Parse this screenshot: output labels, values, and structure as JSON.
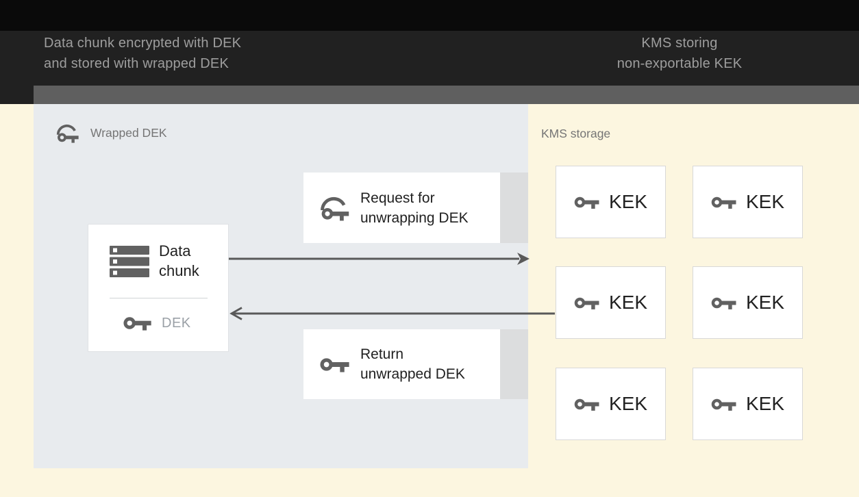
{
  "header": {
    "left_caption": {
      "line1": "Data chunk encrypted with DEK",
      "line2": "and stored with wrapped DEK"
    },
    "right_caption": {
      "line1": "KMS storing",
      "line2": "non-exportable KEK"
    }
  },
  "diagram": {
    "wrapped_dek_panel": {
      "label": "Wrapped DEK",
      "icon": "wrapped-key-icon"
    },
    "data_chunk_box": {
      "icon": "data-chunk-icon",
      "title_line1": "Data",
      "title_line2": "chunk",
      "dek_icon": "key-icon",
      "dek_label": "DEK"
    },
    "request_box": {
      "icon": "wrapped-key-icon",
      "line1": "Request for",
      "line2": "unwrapping DEK"
    },
    "return_box": {
      "icon": "key-icon",
      "line1": "Return",
      "line2": "unwrapped DEK"
    },
    "arrows": [
      {
        "name": "request-arrow",
        "direction": "right"
      },
      {
        "name": "return-arrow",
        "direction": "left"
      }
    ],
    "kms_storage": {
      "label": "KMS storage",
      "keks": [
        {
          "icon": "key-icon",
          "label": "KEK"
        },
        {
          "icon": "key-icon",
          "label": "KEK"
        },
        {
          "icon": "key-icon",
          "label": "KEK"
        },
        {
          "icon": "key-icon",
          "label": "KEK"
        },
        {
          "icon": "key-icon",
          "label": "KEK"
        },
        {
          "icon": "key-icon",
          "label": "KEK"
        }
      ]
    }
  },
  "colors": {
    "header_bg": "#212121",
    "header_top_bg": "#0A0A0A",
    "header_text": "#9E9E9E",
    "divider_strip": "#5F5F5F",
    "page_bg": "#FCF6E0",
    "panel_bg": "#E8EBEE",
    "box_bg": "#FFFFFF",
    "box_shadow_strip": "#DCDDDE",
    "kek_border": "#D8D8D8",
    "icon_gray": "#616161",
    "text_dark": "#212121",
    "label_gray": "#757575",
    "muted_gray": "#9AA0A6",
    "arrow": "#595959"
  }
}
